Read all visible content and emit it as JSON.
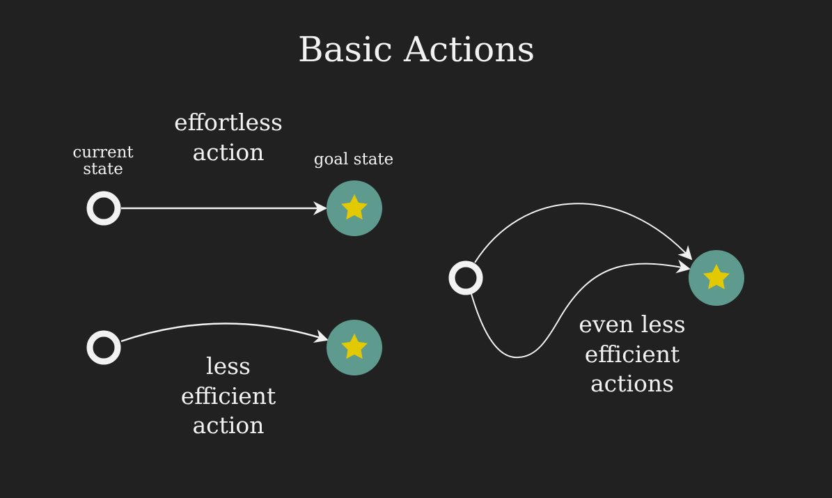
{
  "title": "Basic Actions",
  "colors": {
    "background": "#212121",
    "goal": "#5f9a8f",
    "star": "#e3c900",
    "stroke": "#f2f2f2"
  },
  "labels": {
    "current_state": [
      "current",
      "state"
    ],
    "goal_state": "goal state",
    "effortless": [
      "effortless",
      "action"
    ],
    "less_efficient": [
      "less",
      "efficient",
      "action"
    ],
    "even_less_efficient": [
      "even less",
      "efficient",
      "actions"
    ]
  }
}
